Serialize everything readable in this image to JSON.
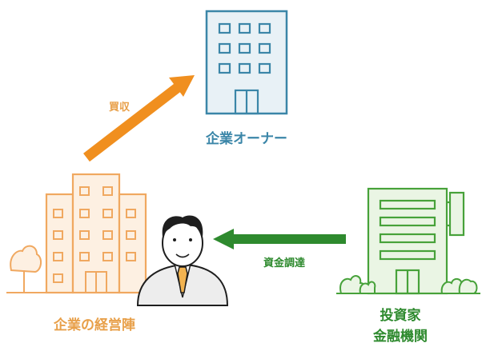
{
  "colors": {
    "blue": "#3b86a8",
    "blue_fill": "#e8f1f6",
    "orange": "#f08f1f",
    "orange_fill": "#fdf0e2",
    "green": "#2e8a2e",
    "green_fill": "#eaf5e4",
    "text_orange": "#e8a04a"
  },
  "labels": {
    "owner": "企業オーナー",
    "management": "企業の経営陣",
    "investor_line1": "投資家",
    "investor_line2": "金融機関",
    "acquisition": "買収",
    "funding": "資金調達"
  }
}
